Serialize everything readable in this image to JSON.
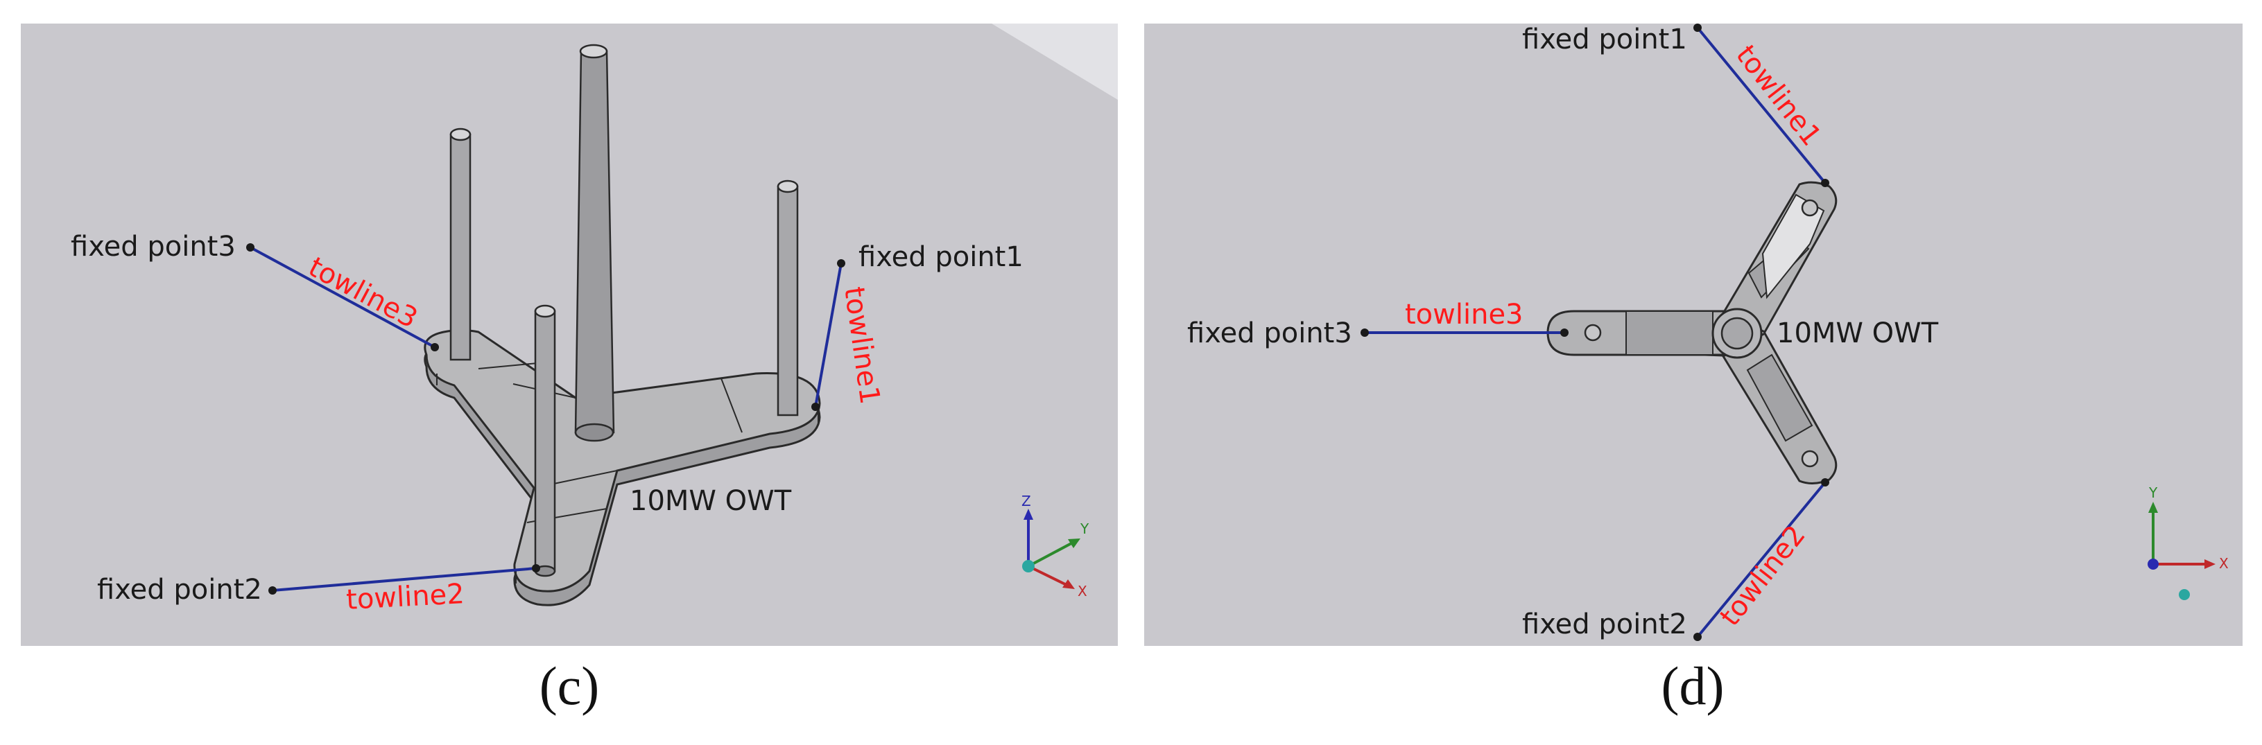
{
  "colors": {
    "viewport_bg": "#c9c8cd",
    "towline": "#1f2d9a",
    "towline_label": "#ff1a1a",
    "label": "#1a1a1a",
    "structure_fill": "#b3b3b5",
    "structure_stroke": "#2a2a2a",
    "axis_x": "#c0282a",
    "axis_y": "#2c8a2c",
    "axis_z": "#2a2ab0"
  },
  "panel_c": {
    "caption": "(c)",
    "structure_label": "10MW OWT",
    "fixed_points": [
      "fixed point1",
      "fixed point2",
      "fixed point3"
    ],
    "towlines": [
      "towline1",
      "towline2",
      "towline3"
    ],
    "axes": {
      "x": "X",
      "y": "Y",
      "z": "Z"
    }
  },
  "panel_d": {
    "caption": "(d)",
    "structure_label": "10MW OWT",
    "fixed_points": [
      "fixed point1",
      "fixed point2",
      "fixed point3"
    ],
    "towlines": [
      "towline1",
      "towline2",
      "towline3"
    ],
    "axes": {
      "x": "X",
      "y": "Y"
    }
  }
}
